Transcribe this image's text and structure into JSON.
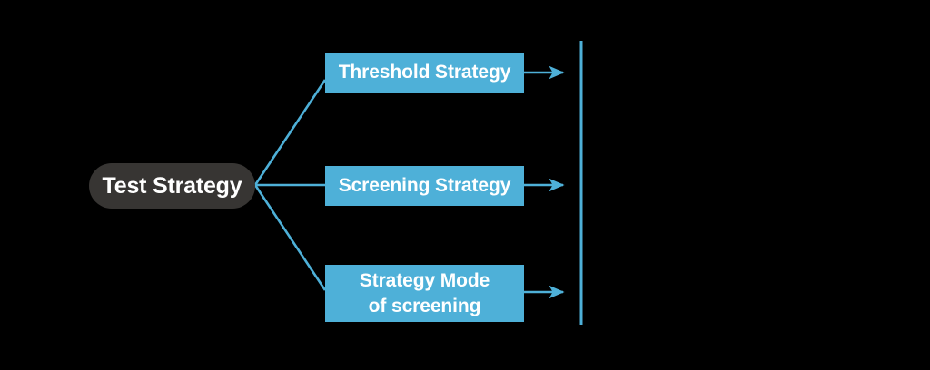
{
  "diagram": {
    "title": "Test Strategy branching diagram",
    "background_color": "#000000",
    "root": {
      "label": "Test Strategy",
      "fill_color": "#373533",
      "text_color": "#ffffff"
    },
    "branch_color": "#4eb0d8",
    "divider": {
      "name": "vertical-divider",
      "color": "#4eb0d8"
    },
    "branches": [
      {
        "label": "Threshold Strategy",
        "fill_color": "#4eb0d8",
        "text_color": "#ffffff",
        "arrow": "arrow-right"
      },
      {
        "label": "Screening Strategy",
        "fill_color": "#4eb0d8",
        "text_color": "#ffffff",
        "arrow": "arrow-right"
      },
      {
        "label_line1": "Strategy Mode",
        "label_line2": "of screening",
        "fill_color": "#4eb0d8",
        "text_color": "#ffffff",
        "arrow": "arrow-right"
      }
    ]
  }
}
